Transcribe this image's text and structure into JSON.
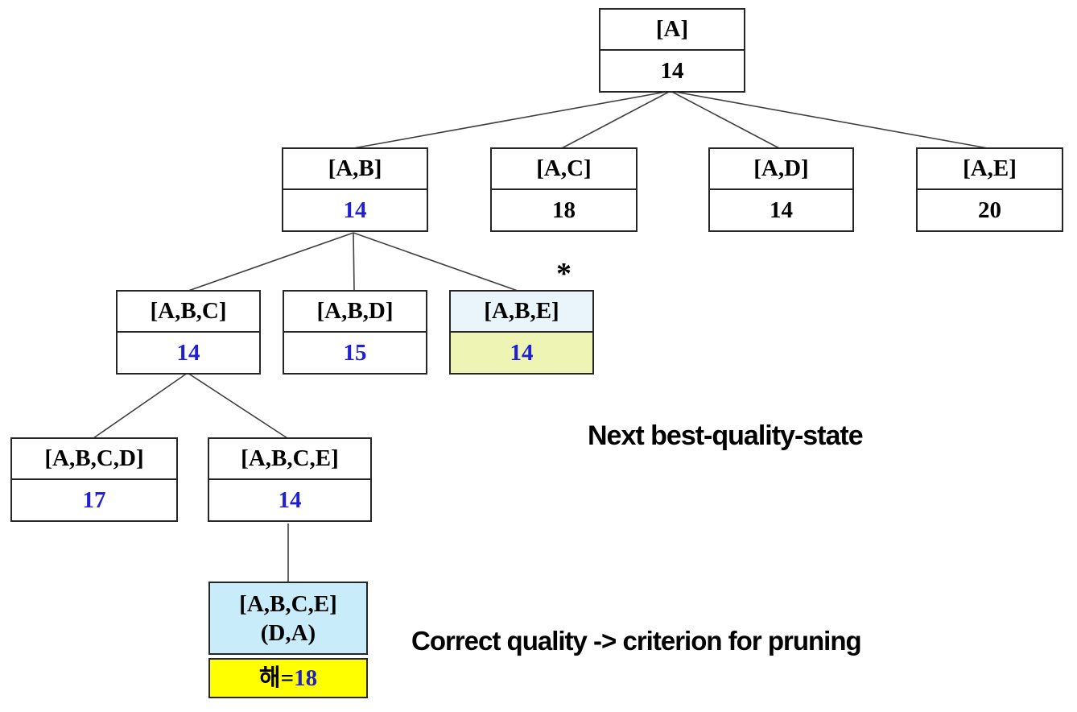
{
  "nodes": [
    {
      "label": "[A]",
      "value": "14",
      "value_color": "#000000"
    },
    {
      "label": "[A,B]",
      "value": "14",
      "value_color": "#2020cf"
    },
    {
      "label": "[A,C]",
      "value": "18",
      "value_color": "#000000"
    },
    {
      "label": "[A,D]",
      "value": "14",
      "value_color": "#000000"
    },
    {
      "label": "[A,E]",
      "value": "20",
      "value_color": "#000000"
    },
    {
      "label": "[A,B,C]",
      "value": "14",
      "value_color": "#2020cf"
    },
    {
      "label": "[A,B,D]",
      "value": "15",
      "value_color": "#2020cf"
    },
    {
      "label": "[A,B,E]",
      "value": "14",
      "value_color": "#2020cf",
      "label_bg": "#eaf4fb",
      "value_bg": "#eef5b4",
      "marker": "*"
    },
    {
      "label": "[A,B,C,D]",
      "value": "17",
      "value_color": "#2020cf"
    },
    {
      "label": "[A,B,C,E]",
      "value": "14",
      "value_color": "#2020cf"
    },
    {
      "label": "[A,B,C,E]",
      "sublabel": "(D,A)",
      "label_bg": "#c9ecfa",
      "value_prefix": "해=",
      "value": "18",
      "value_bg": "#ffff00",
      "value_color": "#2020cf"
    }
  ],
  "annotations": {
    "next_best": "Next best-quality-state",
    "pruning": "Correct quality -> criterion for pruning"
  },
  "edge_color": "#404040"
}
